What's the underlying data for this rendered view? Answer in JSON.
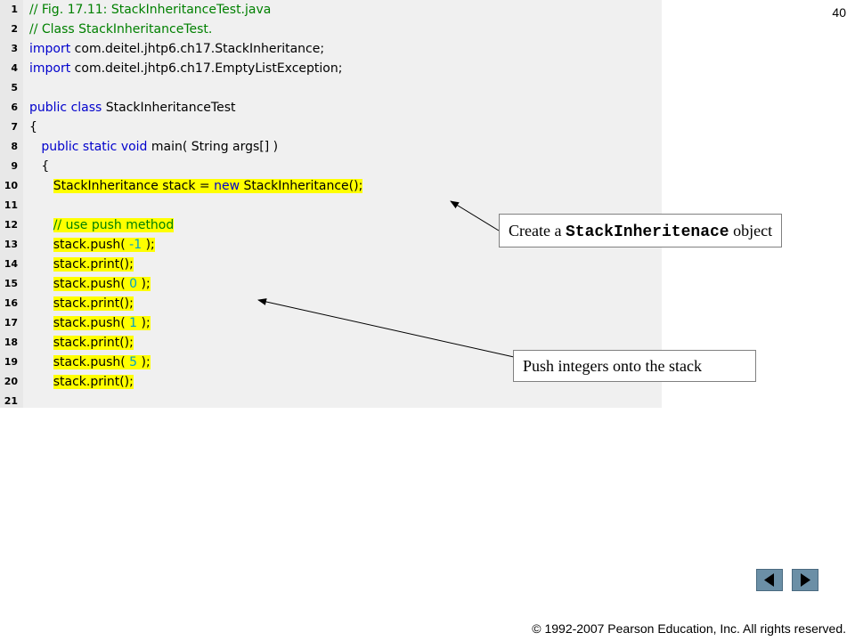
{
  "page_number": "40",
  "code_lines": [
    {
      "n": "1",
      "parts": [
        {
          "t": "// Fig. 17.11: StackInheritanceTest.java",
          "c": "cm"
        }
      ]
    },
    {
      "n": "2",
      "parts": [
        {
          "t": "// Class StackInheritanceTest.",
          "c": "cm"
        }
      ]
    },
    {
      "n": "3",
      "parts": [
        {
          "t": "import",
          "c": "kw"
        },
        {
          "t": " com.deitel.jhtp6.ch17.StackInheritance;",
          "c": ""
        }
      ]
    },
    {
      "n": "4",
      "parts": [
        {
          "t": "import",
          "c": "kw"
        },
        {
          "t": " com.deitel.jhtp6.ch17.EmptyListException;",
          "c": ""
        }
      ]
    },
    {
      "n": "5",
      "parts": []
    },
    {
      "n": "6",
      "parts": [
        {
          "t": "public class",
          "c": "kw"
        },
        {
          "t": " StackInheritanceTest",
          "c": ""
        }
      ]
    },
    {
      "n": "7",
      "parts": [
        {
          "t": "{",
          "c": ""
        }
      ]
    },
    {
      "n": "8",
      "parts": [
        {
          "t": "   ",
          "c": ""
        },
        {
          "t": "public static void",
          "c": "kw"
        },
        {
          "t": " main( String args[] )",
          "c": ""
        }
      ]
    },
    {
      "n": "9",
      "parts": [
        {
          "t": "   {",
          "c": ""
        }
      ]
    },
    {
      "n": "10",
      "parts": [
        {
          "t": "      ",
          "c": ""
        },
        {
          "t": "StackInheritance stack = ",
          "c": "hl"
        },
        {
          "t": "new",
          "c": "hl kw"
        },
        {
          "t": " StackInheritance();",
          "c": "hl"
        }
      ]
    },
    {
      "n": "11",
      "parts": []
    },
    {
      "n": "12",
      "parts": [
        {
          "t": "      ",
          "c": ""
        },
        {
          "t": "// use push method",
          "c": "hl cm"
        }
      ]
    },
    {
      "n": "13",
      "parts": [
        {
          "t": "      ",
          "c": ""
        },
        {
          "t": "stack.push( ",
          "c": "hl"
        },
        {
          "t": "-1",
          "c": "hl num"
        },
        {
          "t": " );",
          "c": "hl"
        }
      ]
    },
    {
      "n": "14",
      "parts": [
        {
          "t": "      ",
          "c": ""
        },
        {
          "t": "stack.print();",
          "c": "hl"
        }
      ]
    },
    {
      "n": "15",
      "parts": [
        {
          "t": "      ",
          "c": ""
        },
        {
          "t": "stack.push( ",
          "c": "hl"
        },
        {
          "t": "0",
          "c": "hl num"
        },
        {
          "t": " );",
          "c": "hl"
        }
      ]
    },
    {
      "n": "16",
      "parts": [
        {
          "t": "      ",
          "c": ""
        },
        {
          "t": "stack.print();",
          "c": "hl"
        }
      ]
    },
    {
      "n": "17",
      "parts": [
        {
          "t": "      ",
          "c": ""
        },
        {
          "t": "stack.push( ",
          "c": "hl"
        },
        {
          "t": "1",
          "c": "hl num"
        },
        {
          "t": " );",
          "c": "hl"
        }
      ]
    },
    {
      "n": "18",
      "parts": [
        {
          "t": "      ",
          "c": ""
        },
        {
          "t": "stack.print();",
          "c": "hl"
        }
      ]
    },
    {
      "n": "19",
      "parts": [
        {
          "t": "      ",
          "c": ""
        },
        {
          "t": "stack.push( ",
          "c": "hl"
        },
        {
          "t": "5",
          "c": "hl num"
        },
        {
          "t": " );",
          "c": "hl"
        }
      ]
    },
    {
      "n": "20",
      "parts": [
        {
          "t": "      ",
          "c": ""
        },
        {
          "t": "stack.print();",
          "c": "hl"
        }
      ]
    },
    {
      "n": "21",
      "parts": []
    }
  ],
  "callout_create": {
    "prefix": "Create a ",
    "code": "StackInheritenace",
    "suffix": " object"
  },
  "callout_push": {
    "text": "Push integers onto the stack"
  },
  "nav": {
    "prev_icon": "triangle-left-icon",
    "next_icon": "triangle-right-icon"
  },
  "copyright": "© 1992-2007 Pearson Education, Inc.  All rights reserved.",
  "colors": {
    "keyword": "#0000cc",
    "comment": "#008000",
    "number": "#00a0c8",
    "highlight": "#ffff00",
    "nav_button": "#6b8fa6"
  }
}
